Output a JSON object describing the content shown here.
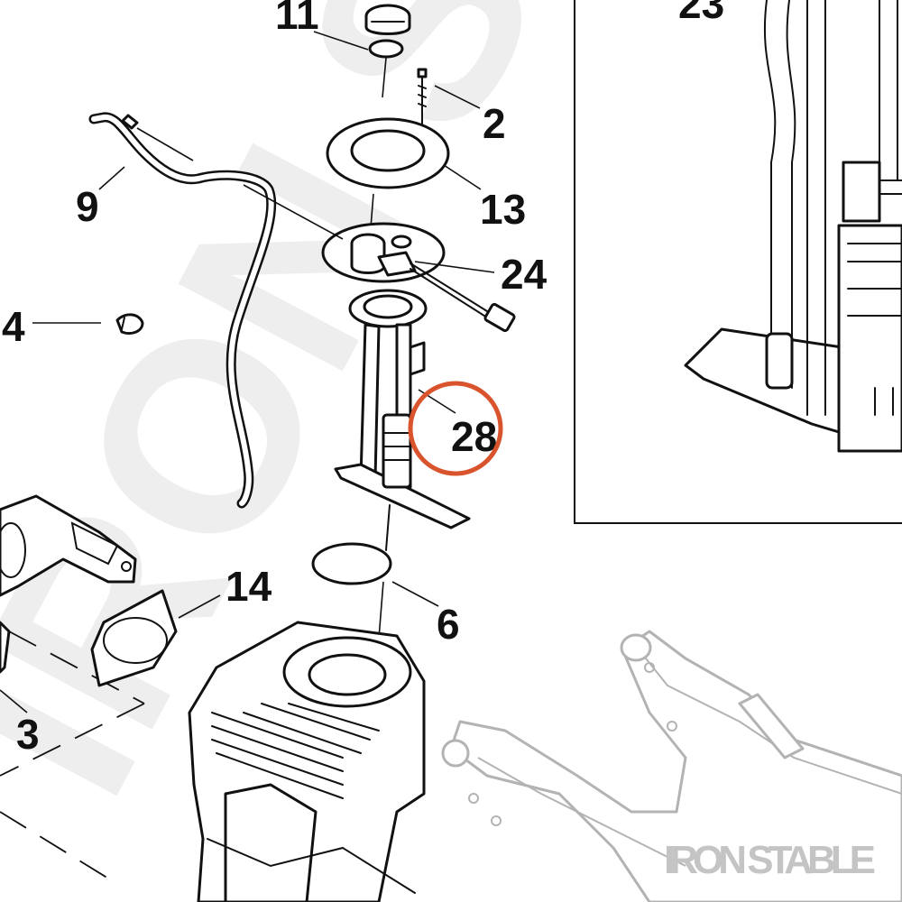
{
  "diagram": {
    "callouts": [
      {
        "id": "c11",
        "label": "11"
      },
      {
        "id": "c2",
        "label": "2"
      },
      {
        "id": "c13",
        "label": "13"
      },
      {
        "id": "c9",
        "label": "9"
      },
      {
        "id": "c24",
        "label": "24"
      },
      {
        "id": "c4",
        "label": "4"
      },
      {
        "id": "c28",
        "label": "28"
      },
      {
        "id": "c14",
        "label": "14"
      },
      {
        "id": "c6",
        "label": "6"
      },
      {
        "id": "c3",
        "label": "3"
      },
      {
        "id": "c23",
        "label": "23"
      }
    ],
    "highlighted_callout": "28",
    "highlight_color": "#d9532c",
    "watermark_text": "IRON ST",
    "brand_text": "IRON STABLE"
  }
}
